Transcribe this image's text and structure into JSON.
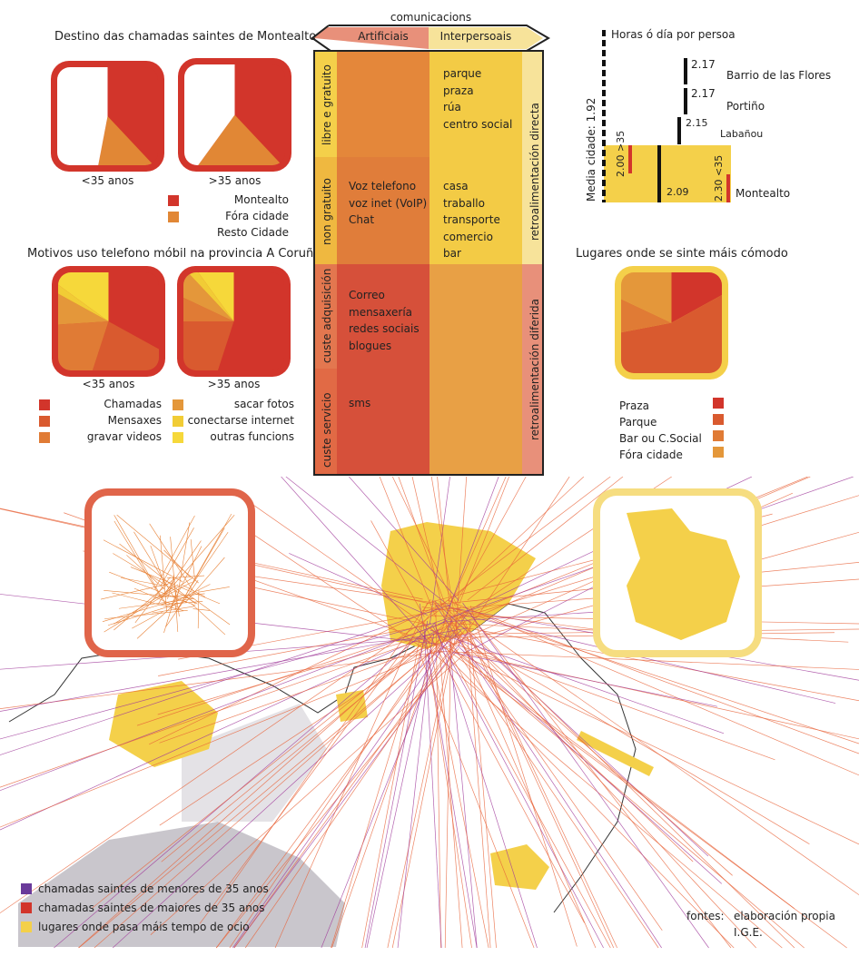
{
  "colors": {
    "red": "#d2352b",
    "mensaxes": "#d95a2f",
    "gravar": "#e07b35",
    "fotos": "#e4973a",
    "internet": "#f1cc35",
    "outras": "#f6d83a",
    "orange": "#e18735",
    "yellow": "#f4d04a",
    "purple": "#6a3a9a",
    "white": "#ffffff"
  },
  "destino": {
    "title": "Destino das chamadas saintes de Montealto",
    "pies": [
      {
        "label": "<35 anos",
        "values": [
          0.38,
          0.15,
          0.47
        ]
      },
      {
        "label": ">35 anos",
        "values": [
          0.38,
          0.22,
          0.4
        ]
      }
    ],
    "legend": [
      "Montealto",
      "Fóra cidade",
      "Resto Cidade"
    ]
  },
  "motivos": {
    "title": "Motivos uso telefono móbil na provincia A Coruña",
    "pies": [
      {
        "label": "<35 anos",
        "values": [
          0.33,
          0.22,
          0.19,
          0.09,
          0.02,
          0.15
        ]
      },
      {
        "label": ">35 anos",
        "values": [
          0.55,
          0.2,
          0.07,
          0.06,
          0.02,
          0.1
        ]
      }
    ],
    "legend": [
      "Chamadas",
      "Mensaxes",
      "gravar videos",
      "sacar fotos",
      "conectarse internet",
      "outras funcions"
    ]
  },
  "table": {
    "title": "comunicacions",
    "col_artificiais": "Artificiais",
    "col_interpersoais": "Interpersoais",
    "rows": [
      {
        "label": "libre e gratuito",
        "artificiais": [],
        "interpersoais": [
          "parque",
          "praza",
          "rúa",
          "centro social"
        ]
      },
      {
        "label": "non gratuito",
        "artificiais": [
          "Voz telefono",
          "voz inet (VoIP)",
          "Chat"
        ],
        "interpersoais": [
          "casa",
          "traballo",
          "transporte",
          "comercio",
          "bar"
        ]
      },
      {
        "label": "custe adquisición",
        "artificiais": [
          "Correo",
          "mensaxería",
          "redes sociais",
          "blogues"
        ],
        "interpersoais": []
      },
      {
        "label": "custe servicio",
        "artificiais": [
          "sms"
        ],
        "interpersoais": []
      }
    ],
    "side_top": "retroalimentación directa",
    "side_bottom": "retroalimentación diferida"
  },
  "horas": {
    "title": "Horas ó día por persoa",
    "media": "Media cidade: 1.92",
    "items": [
      {
        "name": "Barrio de las Flores",
        "value": "2.17"
      },
      {
        "name": "Portiño",
        "value": "2.17"
      },
      {
        "name": "Labañou",
        "value": "2.15"
      },
      {
        "name": "Montealto",
        "value": "2.09"
      }
    ],
    "montealto_over35": "2.00 >35",
    "montealto_under35": "2.30 <35"
  },
  "lugares": {
    "title": "Lugares onde se sinte máis cómodo",
    "values": [
      0.17,
      0.55,
      0.1,
      0.18
    ],
    "legend": [
      "Praza",
      "Parque",
      "Bar ou C.Social",
      "Fóra cidade"
    ]
  },
  "map": {
    "legend": [
      "chamadas saintes de menores de 35 anos",
      "chamadas saintes de maiores de 35 anos",
      "lugares onde pasa máis tempo de ocio"
    ],
    "sources_label": "fontes:",
    "sources": [
      "elaboración propia",
      "I.G.E."
    ]
  }
}
